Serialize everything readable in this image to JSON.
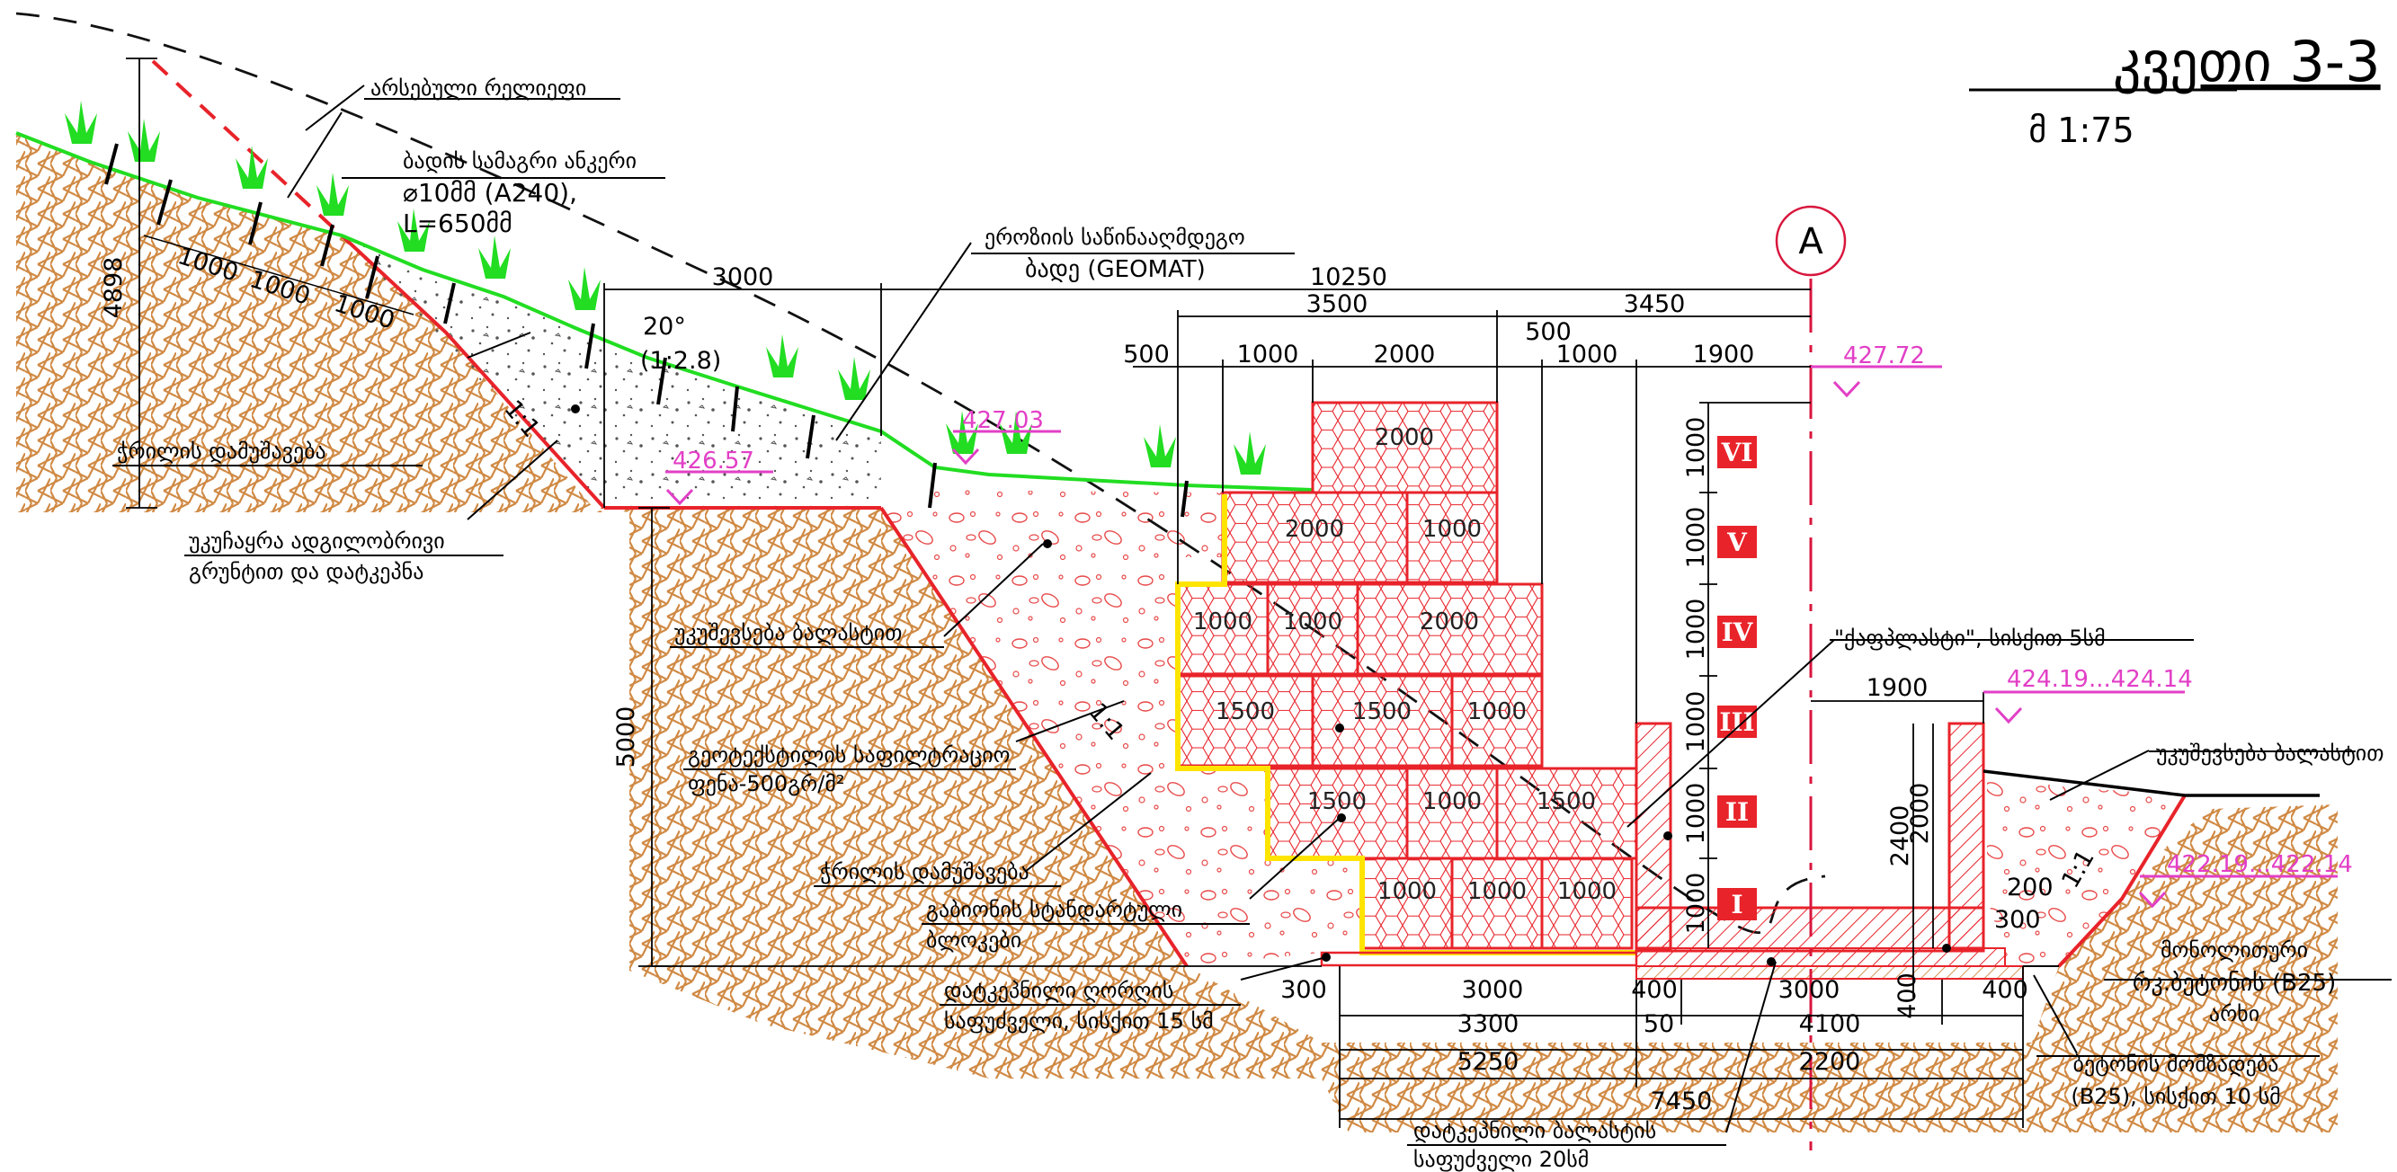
{
  "title": "კვეთი 3-3",
  "scale": "მ 1:75",
  "axis_label": "A",
  "colors": {
    "gabion": "#e8232a",
    "fill_red": "#ff5a5a",
    "soil": "#d68a3c",
    "slope_line": "#e8232a",
    "vegetation": "#22dd22",
    "elevation": "#e23fc6",
    "geotextile": "#ffe400",
    "axis": "#d8163c"
  },
  "labels": {
    "existing_relief": "არსებული რელიეფი",
    "anchor_1": "ბადის სამაგრი ანკერი",
    "anchor_2": "⌀10მმ (A240),",
    "anchor_3": "L=650მმ",
    "erosion_1": "ეროზიის საწინააღმდეგო",
    "erosion_2": "ბადე (GEOMAT)",
    "cut_treatment_1": "ჭრილის დამუშავება",
    "fill_1": "უკუჩაყრა ადგილობრივი",
    "fill_2": "გრუნტით და დატკეპნა",
    "backfill_ballast_1": "უკუშევსება ბალასტით",
    "geotextile_1": "გეოტექსტილის საფილტრაციო",
    "geotextile_2": "ფენა-500გრ/მ²",
    "cut_treatment_2": "ჭრილის დამუშავება",
    "gabion_1": "გაბიონის სტანდარტული",
    "gabion_2": "ბლოკები",
    "base_1": "დატკეპნილი ღორღის",
    "base_2": "საფუძველი, სისქით 15 სმ",
    "ballast_base_1": "დატკეპნილი ბალასტის",
    "ballast_base_2": "საფუძველი 20სმ",
    "asphalt": "\"ქაფპლასტი\", სისქით 5სმ",
    "backfill_ballast_2": "უკუშევსება ბალასტით",
    "channel_1": "მონოლითური",
    "channel_2": "რკ.ბეტონის (B25)",
    "channel_3": "არხი",
    "concrete_prep_1": "ბეტონის მომზადება",
    "concrete_prep_2": "(B25), სისქით 10 სმ"
  },
  "elevations": [
    "427.72",
    "427.03",
    "426.57",
    "424.19...424.14",
    "422.19...422.14"
  ],
  "slopes": [
    "1:1",
    "1:1",
    "1:1",
    "20°",
    "(1:2.8)"
  ],
  "dims": {
    "top_3000": "3000",
    "top_10250": "10250",
    "top_3500": "3500",
    "top_3450": "3450",
    "top_500a": "500",
    "top_500b": "500",
    "top_1000a": "1000",
    "top_2000": "2000",
    "top_1000b": "1000",
    "top_1900": "1900",
    "left_4898": "4898",
    "left_5000": "5000",
    "anchor_1000a": "1000",
    "anchor_1000b": "1000",
    "anchor_1000c": "1000",
    "ch_1900": "1900",
    "ch_2400": "2400",
    "ch_2000": "2000",
    "ch_200": "200",
    "ch_300": "300",
    "ch_400a": "400",
    "ch_3000": "3000",
    "ch_400b": "400",
    "ch_400c": "400",
    "b_300": "300",
    "b_3000": "3000",
    "b_3300": "3300",
    "b_50": "50",
    "b_4100": "4100",
    "b_5250": "5250",
    "b_2200": "2200",
    "b_7450": "7450",
    "tier_1000_1": "1000",
    "tier_1000_2": "1000",
    "tier_1000_3": "1000",
    "tier_1000_4": "1000",
    "tier_1000_5": "1000",
    "tier_1000_6": "1000"
  },
  "blocks": [
    {
      "row": "VI",
      "labels": [
        "2000"
      ]
    },
    {
      "row": "V",
      "labels": [
        "2000",
        "1000"
      ]
    },
    {
      "row": "IV",
      "labels": [
        "1000",
        "1000",
        "2000"
      ]
    },
    {
      "row": "III",
      "labels": [
        "1500",
        "1500",
        "1000"
      ]
    },
    {
      "row": "II",
      "labels": [
        "1500",
        "1000",
        "1500"
      ]
    },
    {
      "row": "I",
      "labels": [
        "1000",
        "1000",
        "1000"
      ]
    }
  ],
  "tiers": [
    "VI",
    "V",
    "IV",
    "III",
    "II",
    "I"
  ]
}
